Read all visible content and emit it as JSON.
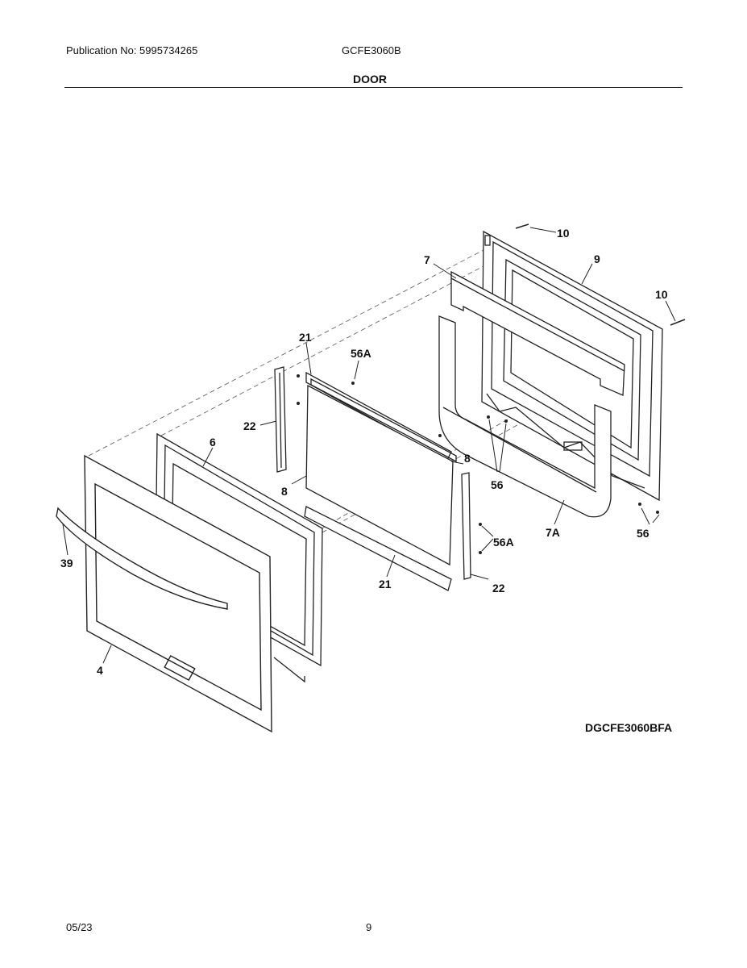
{
  "header": {
    "publication": "Publication No: 5995734265",
    "model": "GCFE3060B",
    "section": "DOOR"
  },
  "diagram": {
    "callouts": {
      "c10a": "10",
      "c9": "9",
      "c7": "7",
      "c10b": "10",
      "c21a": "21",
      "c56Aa": "56A",
      "c22a": "22",
      "c6": "6",
      "c8a": "8",
      "c8b": "8",
      "c56a": "56",
      "c7A": "7A",
      "c56b": "56",
      "c56Ab": "56A",
      "c39": "39",
      "c21b": "21",
      "c22b": "22",
      "c4": "4"
    },
    "code": "DGCFE3060BFA"
  },
  "footer": {
    "date": "05/23",
    "page": "9"
  }
}
